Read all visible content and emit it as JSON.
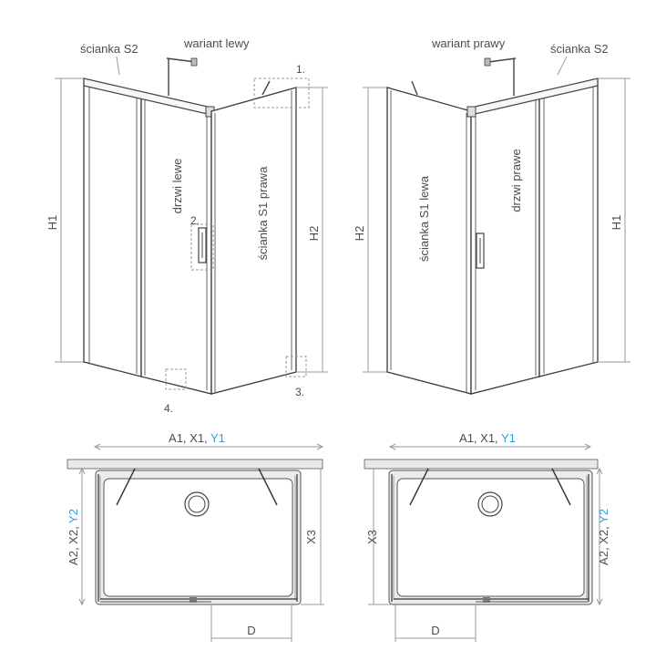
{
  "left_view": {
    "variant": "wariant lewy",
    "wall_s2": "ścianka S2",
    "door": "drzwi lewe",
    "wall_s1": "ścianka S1 prawa",
    "h1": "H1",
    "h2": "H2",
    "detail_1": "1.",
    "detail_2": "2.",
    "detail_3": "3.",
    "detail_4": "4."
  },
  "right_view": {
    "variant": "wariant prawy",
    "wall_s2": "ścianka S2",
    "door": "drzwi prawe",
    "wall_s1": "ścianka S1 lewa",
    "h1": "H1",
    "h2": "H2"
  },
  "plan_left": {
    "width_label": "A1, X1, ",
    "width_label_blue": "Y1",
    "depth_label": "A2, X2, ",
    "depth_label_blue": "Y2",
    "x3": "X3",
    "d": "D"
  },
  "plan_right": {
    "width_label": "A1, X1, ",
    "width_label_blue": "Y1",
    "depth_label": "A2, X2, ",
    "depth_label_blue": "Y2",
    "x3": "X3",
    "d": "D"
  },
  "colors": {
    "accent_blue": "#2a9fd8",
    "line": "#444444",
    "dimension": "#9a9a9a"
  }
}
